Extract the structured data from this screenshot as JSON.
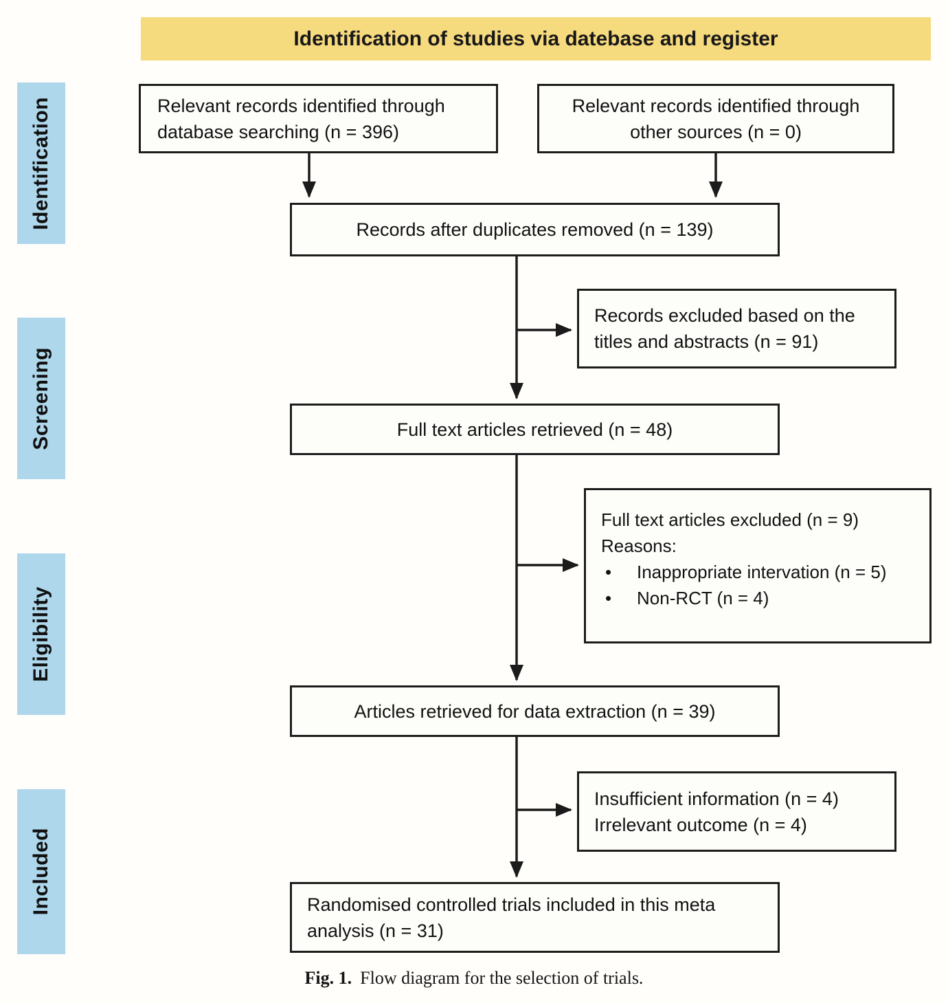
{
  "banner": {
    "title": "Identification of studies via datebase and register"
  },
  "stages": [
    {
      "label": "Identification"
    },
    {
      "label": "Screening"
    },
    {
      "label": "Eligibility"
    },
    {
      "label": "Included"
    }
  ],
  "boxes": {
    "database_records": "Relevant records identified through database searching (n = 396)",
    "other_sources": "Relevant records identified through other sources (n = 0)",
    "duplicates_removed": "Records after duplicates removed (n = 139)",
    "records_excluded": "Records excluded based on the titles and abstracts (n = 91)",
    "full_text_retrieved": "Full text articles retrieved (n = 48)",
    "full_text_excluded": {
      "line1": "Full text articles excluded (n = 9)",
      "line2": "Reasons:",
      "bullet_char": "•",
      "bullets": [
        "Inappropriate intervation (n = 5)",
        "Non-RCT (n = 4)"
      ]
    },
    "data_extraction": "Articles retrieved for data extraction (n = 39)",
    "insufficient_info": {
      "line1": "Insufficient information (n = 4)",
      "line2": "Irrelevant outcome (n = 4)"
    },
    "included_trials": "Randomised controlled trials included in this meta analysis (n = 31)"
  },
  "caption": {
    "label": "Fig. 1.",
    "text": "Flow diagram for the selection of trials."
  },
  "colors": {
    "banner_bg": "#f6da7e",
    "stage_bg": "#aed7ec",
    "line": "#1b1b1b"
  }
}
